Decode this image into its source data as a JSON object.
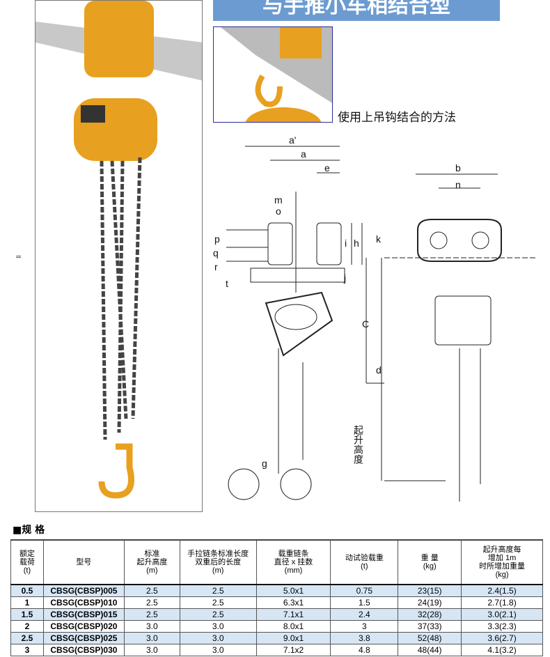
{
  "header": {
    "title": "与手推小车相结合型"
  },
  "caption": "使用上吊钩结合的方法",
  "marker": "=",
  "diagram": {
    "labels": {
      "a_prime": "a'",
      "a": "a",
      "e": "e",
      "m": "m",
      "o": "o",
      "p": "p",
      "q": "q",
      "r": "r",
      "t": "t",
      "i": "i",
      "h": "h",
      "j": "j",
      "k": "k",
      "b": "b",
      "n": "n",
      "C": "C",
      "d": "d",
      "g": "g",
      "lift": "起升高度"
    }
  },
  "specs": {
    "title": "■规 格",
    "headers": [
      "额定\n载荷\n(t)",
      "型号",
      "标准\n起升高度\n(m)",
      "手拉链条标准长度\n双重后的长度\n(m)",
      "载重链条\n直径 x 挂数\n(mm)",
      "动试验载重\n(t)",
      "重 量\n(kg)",
      "起升高度每\n增加 1m\n时所增加重量\n(kg)"
    ],
    "rows": [
      [
        "0.5",
        "CBSG(CBSP)005",
        "2.5",
        "2.5",
        "5.0x1",
        "0.75",
        "23(15)",
        "2.4(1.5)"
      ],
      [
        "1",
        "CBSG(CBSP)010",
        "2.5",
        "2.5",
        "6.3x1",
        "1.5",
        "24(19)",
        "2.7(1.8)"
      ],
      [
        "1.5",
        "CBSG(CBSP)015",
        "2.5",
        "2.5",
        "7.1x1",
        "2.4",
        "32(28)",
        "3.0(2.1)"
      ],
      [
        "2",
        "CBSG(CBSP)020",
        "3.0",
        "3.0",
        "8.0x1",
        "3",
        "37(33)",
        "3.3(2.3)"
      ],
      [
        "2.5",
        "CBSG(CBSP)025",
        "3.0",
        "3.0",
        "9.0x1",
        "3.8",
        "52(48)",
        "3.6(2.7)"
      ],
      [
        "3",
        "CBSG(CBSP)030",
        "3.0",
        "3.0",
        "7.1x2",
        "4.8",
        "48(44)",
        "4.1(3.2)"
      ]
    ]
  },
  "colors": {
    "title_bar": "#6b9bd1",
    "row_alt": "#d6e6f5",
    "hoist": "#e8a020"
  }
}
